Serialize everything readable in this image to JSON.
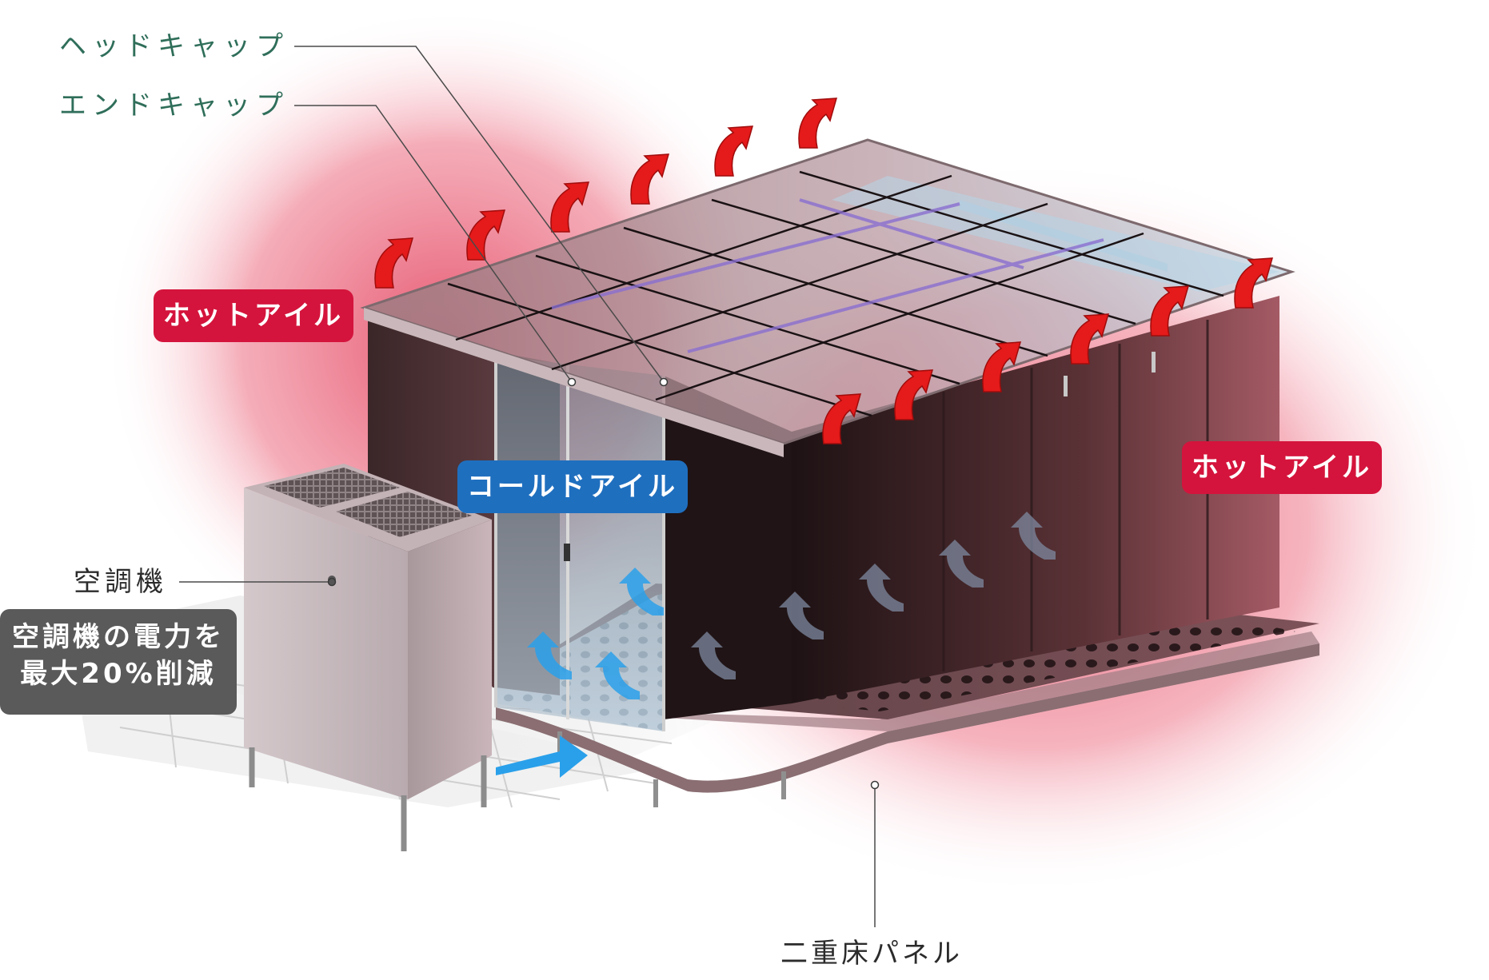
{
  "labels": {
    "head_cap": "ヘッドキャップ",
    "end_cap": "エンドキャップ",
    "hot_aisle_left": "ホットアイル",
    "hot_aisle_right": "ホットアイル",
    "cold_aisle": "コールドアイル",
    "air_conditioner": "空調機",
    "raised_floor_panel": "二重床パネル"
  },
  "benefit": {
    "line1": "空調機の電力を",
    "line2": "最大20%削減"
  },
  "colors": {
    "hot_accent": "#d4143c",
    "cold_accent": "#1f6fbf",
    "callout_green": "#2f6e5a",
    "badge_gray": "#5a5a5a",
    "hot_glow": "#e8435f",
    "cold_airflow": "#2a9de8"
  }
}
